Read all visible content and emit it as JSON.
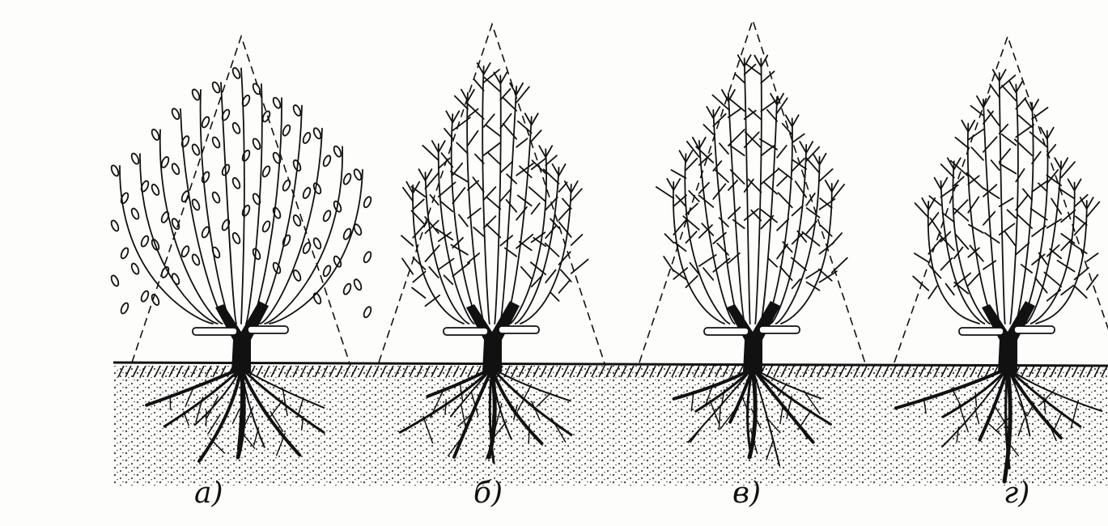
{
  "panels": [
    {
      "id": "a",
      "label": "а)"
    },
    {
      "id": "b",
      "label": "б)"
    },
    {
      "id": "v",
      "label": "в)"
    },
    {
      "id": "g",
      "label": "г)"
    }
  ],
  "colors": {
    "ink": "#111111",
    "paper": "#fdfdfb",
    "soil_dots": "#222222"
  }
}
